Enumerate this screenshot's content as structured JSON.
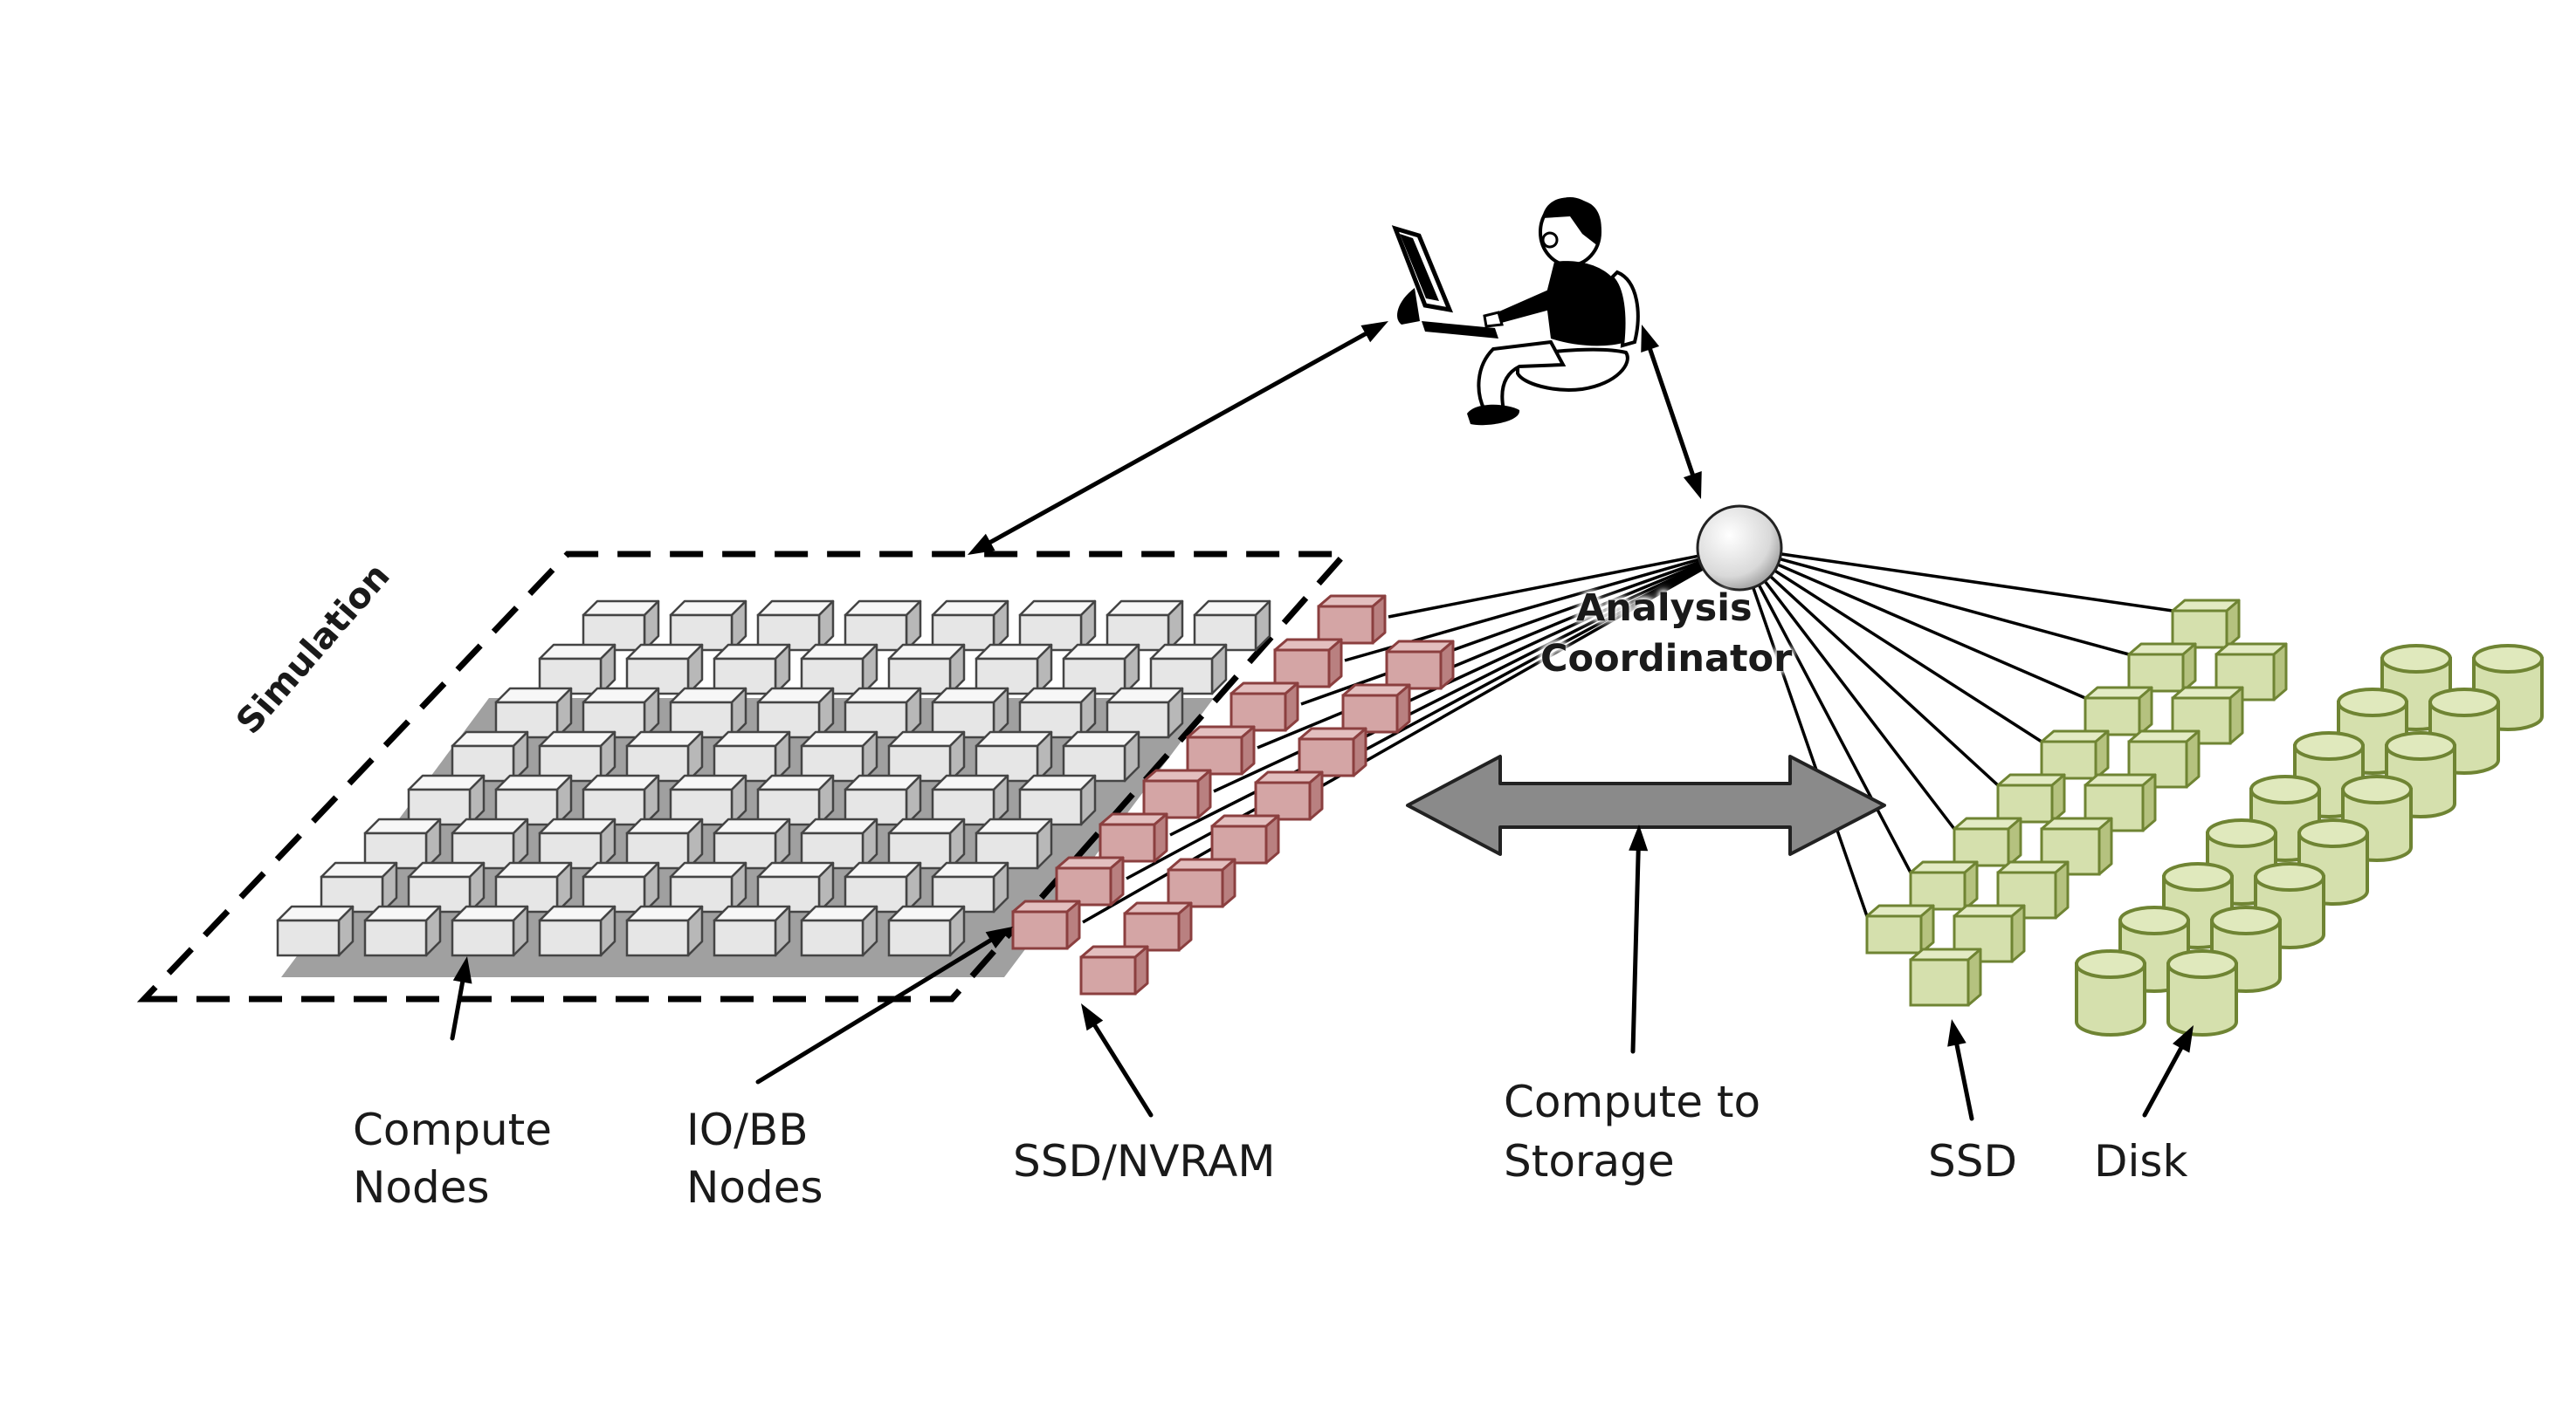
{
  "labels": {
    "simulation": "Simulation",
    "coordinator_line1": "Analysis",
    "coordinator_line2": "Coordinator",
    "compute_nodes_line1": "Compute",
    "compute_nodes_line2": "Nodes",
    "io_bb_line1": "IO/BB",
    "io_bb_line2": "Nodes",
    "ssd_nvram": "SSD/NVRAM",
    "compute_to_storage_line1": "Compute to",
    "compute_to_storage_line2": "Storage",
    "ssd": "SSD",
    "disk": "Disk"
  },
  "components": {
    "person_icon": "user-at-workstation-icon",
    "coordinator_icon": "sphere-node-icon",
    "compute_node_icon": "gray-cube-icon",
    "io_node_icon": "red-cube-icon",
    "ssd_icon": "green-cube-icon",
    "disk_icon": "green-cylinder-icon"
  },
  "colors": {
    "compute_cube": "#e6e6e6",
    "io_cube": "#d4a5a5",
    "io_cube_edge": "#8b3f3f",
    "ssd_cube": "#d5e0ad",
    "ssd_cube_edge": "#6f8433",
    "disk_fill": "#d5e0ad",
    "disk_edge": "#6f8433",
    "arrow_fill": "#8a8a8a",
    "line": "#000000"
  }
}
